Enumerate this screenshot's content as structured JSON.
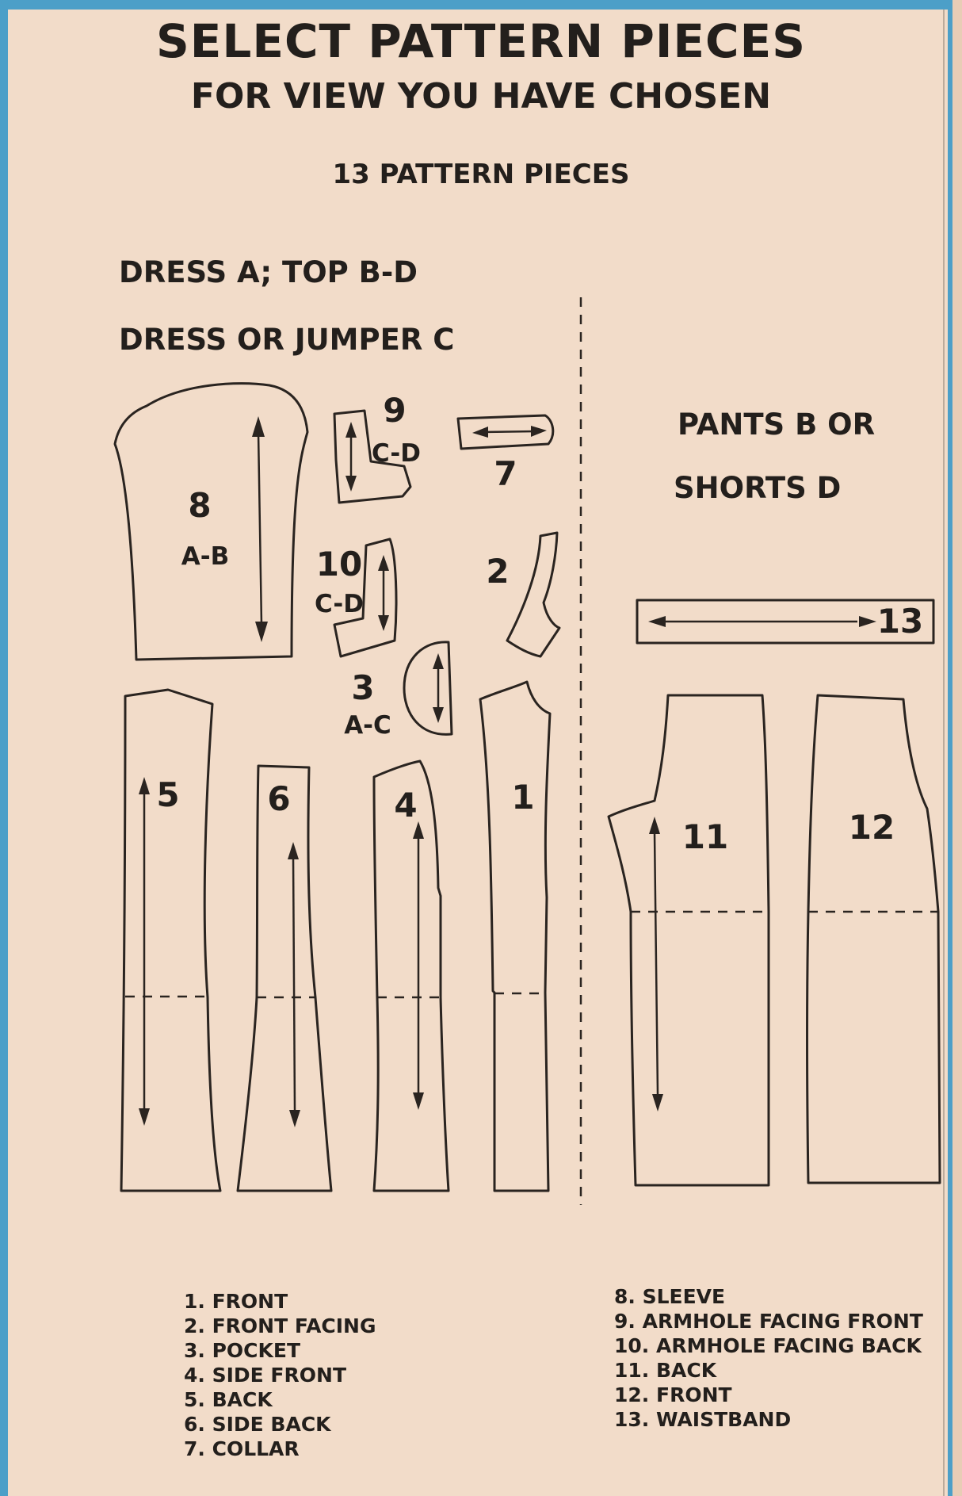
{
  "title": "SELECT PATTERN PIECES",
  "subtitle": "FOR VIEW YOU HAVE CHOSEN",
  "piece_count": "13 PATTERN PIECES",
  "left_heading_1": "DRESS A; TOP B-D",
  "left_heading_2": "DRESS OR JUMPER C",
  "right_heading_1": "PANTS B OR",
  "right_heading_2": "SHORTS D",
  "pieces": {
    "p1": "1",
    "p2": "2",
    "p3": "3",
    "p3_views": "A-C",
    "p4": "4",
    "p5": "5",
    "p6": "6",
    "p7": "7",
    "p8": "8",
    "p8_views": "A-B",
    "p9": "9",
    "p9_views": "C-D",
    "p10": "10",
    "p10_views": "C-D",
    "p11": "11",
    "p12": "12",
    "p13": "13"
  },
  "legend_left": [
    "1. FRONT",
    "2. FRONT FACING",
    "3. POCKET",
    "4. SIDE FRONT",
    "5. BACK",
    "6. SIDE BACK",
    "7. COLLAR"
  ],
  "legend_right": [
    "8. SLEEVE",
    "9. ARMHOLE FACING FRONT",
    "10. ARMHOLE FACING BACK",
    "11. BACK",
    "12. FRONT",
    "13. WAISTBAND"
  ],
  "colors": {
    "paper": "#f2dcc9",
    "ink": "#231f1c",
    "border": "#4c9fc8"
  }
}
